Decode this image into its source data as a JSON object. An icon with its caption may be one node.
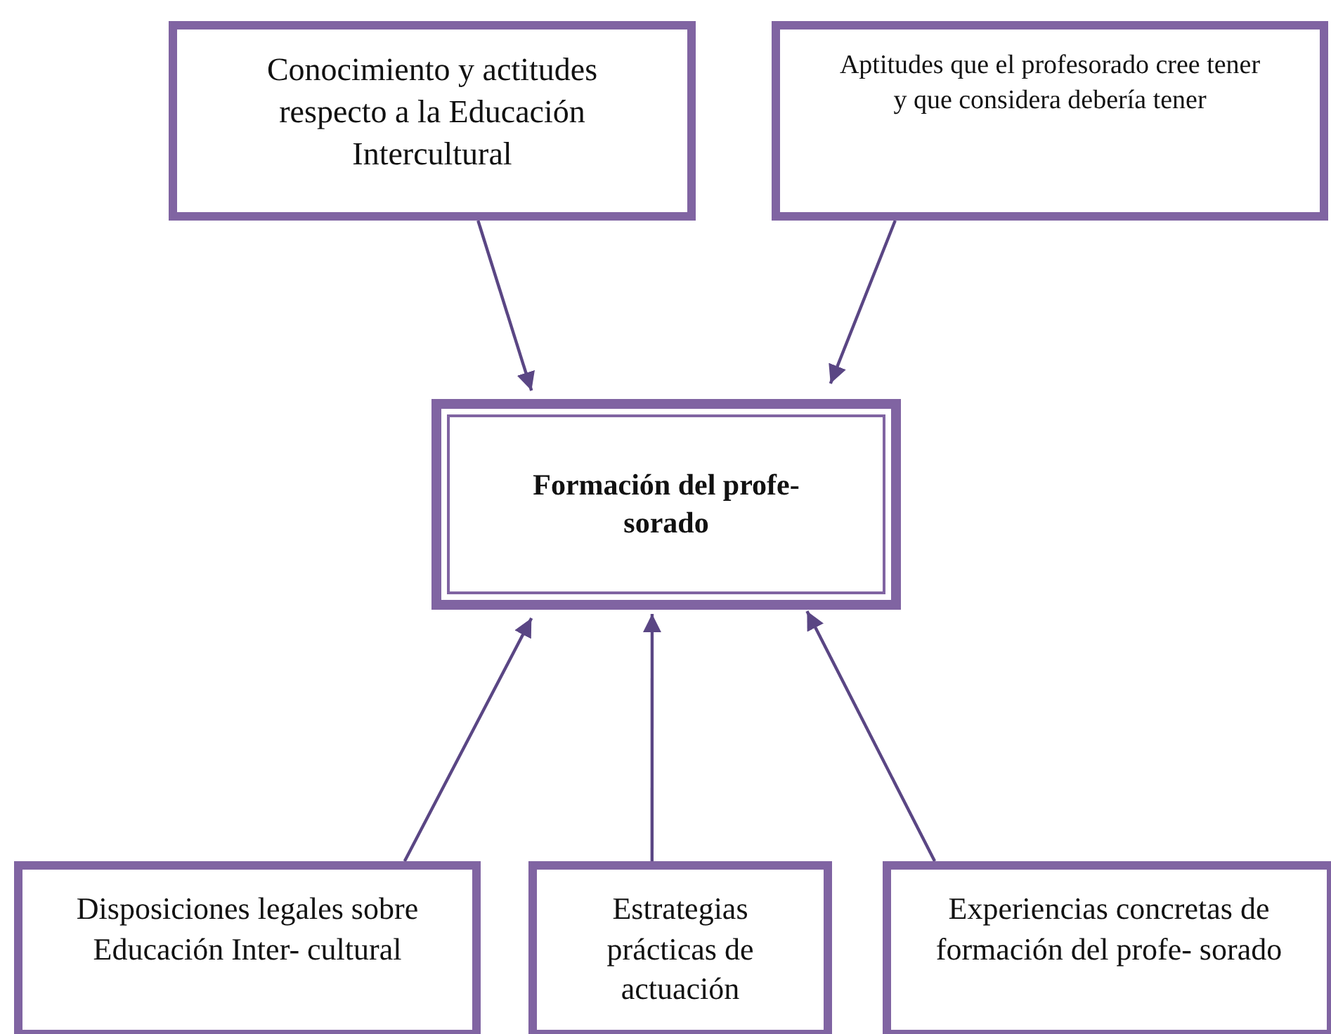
{
  "diagram": {
    "nodes": [
      {
        "text": [
          "Conocimiento y actitudes respecto a la Educación Intercultural"
        ]
      },
      {
        "text": [
          "Aptitudes que el profesorado cree tener y que considera debería tener"
        ]
      },
      {
        "text": [
          "Formación del profe- sorado"
        ]
      },
      {
        "text": [
          "Disposiciones legales sobre Educación Inter- cultural"
        ]
      },
      {
        "text": [
          "Estrategias prácticas de actuación"
        ]
      },
      {
        "text": [
          "Experiencias concretas de formación del profe- sorado"
        ]
      }
    ],
    "edges": [
      {
        "from": 0,
        "to": 2,
        "arrow": "to"
      },
      {
        "from": 1,
        "to": 2,
        "arrow": "to"
      },
      {
        "from": 3,
        "to": 2,
        "arrow": "to"
      },
      {
        "from": 4,
        "to": 2,
        "arrow": "to"
      },
      {
        "from": 5,
        "to": 2,
        "arrow": "to"
      }
    ]
  }
}
